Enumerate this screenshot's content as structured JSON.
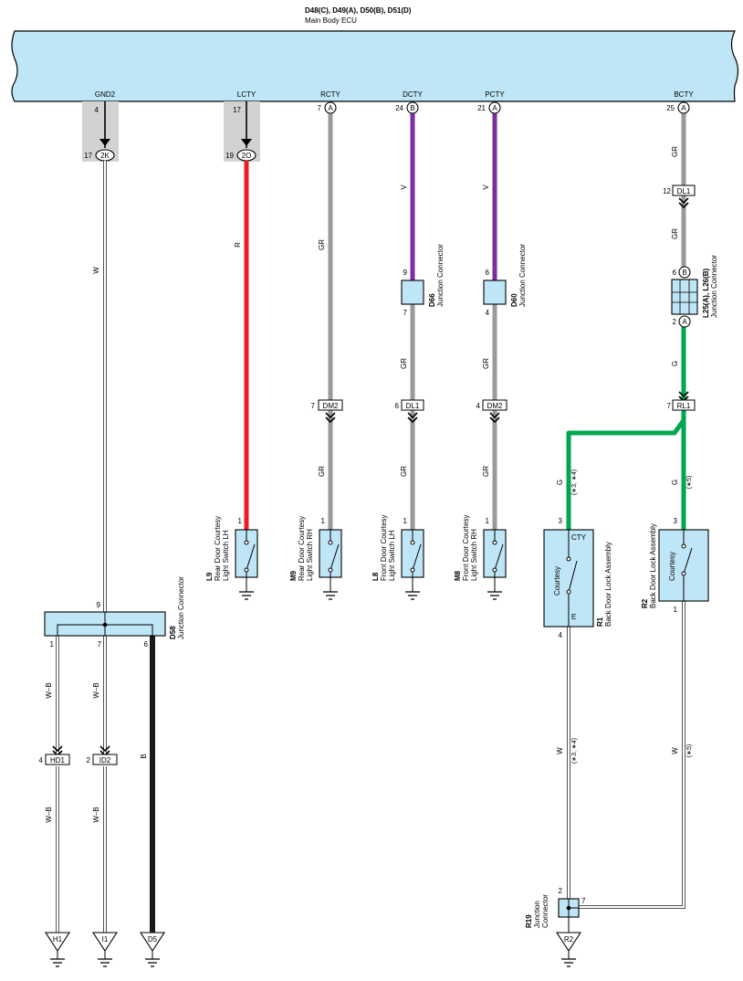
{
  "ecu": {
    "codes": "D48(C), D49(A), D50(B), D51(D)",
    "name": "Main Body ECU"
  },
  "colors": {
    "ecu_fill": "#bfe6f6",
    "box_fill": "#bfe6f6",
    "gray_wire": "#9a9a9a",
    "red_wire": "#ee1c24",
    "violet_wire": "#7b2f9c",
    "green_wire": "#00a651",
    "black_wire": "#1a1a1a",
    "shade": "#d2d2d2"
  },
  "terminals": {
    "gnd2": {
      "name": "GND2",
      "pin": "4"
    },
    "lcty": {
      "name": "LCTY",
      "pin": "17"
    },
    "rcty": {
      "name": "RCTY",
      "pin": "7",
      "conn": "A"
    },
    "dcty": {
      "name": "DCTY",
      "pin": "24",
      "conn": "B"
    },
    "pcty": {
      "name": "PCTY",
      "pin": "21",
      "conn": "A"
    },
    "bcty": {
      "name": "BCTY",
      "pin": "25",
      "conn": "A"
    }
  },
  "jconn": {
    "gnd2": {
      "pin": "17",
      "label": "2K"
    },
    "lcty": {
      "pin": "19",
      "label": "2O"
    }
  },
  "wires": {
    "w": "W",
    "r": "R",
    "gr": "GR",
    "v": "V",
    "g": "G",
    "wb": "W–B",
    "b": "B"
  },
  "notes": {
    "n34": "(∗3, ∗4)",
    "n5": "(∗5)"
  },
  "inline": {
    "dl1_top": {
      "pin": "12",
      "label": "DL1"
    },
    "dm2_r": {
      "pin": "7",
      "label": "DM2"
    },
    "dl1_d": {
      "pin": "6",
      "label": "DL1"
    },
    "dm2_p": {
      "pin": "4",
      "label": "DM2"
    },
    "rl1": {
      "pin": "7",
      "label": "RL1"
    },
    "hd1": {
      "pin": "4",
      "label": "HD1"
    },
    "id2": {
      "pin": "2",
      "label": "ID2"
    }
  },
  "junctions": {
    "d66": {
      "code": "D66",
      "name": "Junction Connector",
      "pin_in": "9",
      "pin_out": "7"
    },
    "d60": {
      "code": "D60",
      "name": "Junction Connector",
      "pin_in": "6",
      "pin_out": "4"
    },
    "l25": {
      "code": "L25(A), L26(B)",
      "name": "Junction Connector",
      "pin_in": "6",
      "conn_in": "B",
      "pin_out": "2",
      "conn_out": "A"
    },
    "d58": {
      "code": "D58",
      "name": "Junction Connector",
      "pin_in": "9",
      "pin1": "1",
      "pin2": "7",
      "pin3": "6"
    },
    "r19": {
      "code": "R19",
      "name1": "Junction",
      "name2": "Connector",
      "pin_a": "2",
      "pin_b": "7"
    }
  },
  "switches": {
    "l9": {
      "code": "L9",
      "line1": "Rear Door Courtesy",
      "line2": "Light Switch LH",
      "pin": "1"
    },
    "m9": {
      "code": "M9",
      "line1": "Rear Door Courtesy",
      "line2": "Light Switch RH",
      "pin": "1"
    },
    "l8": {
      "code": "L8",
      "line1": "Front Door Courtesy",
      "line2": "Light Switch LH",
      "pin": "1"
    },
    "m8": {
      "code": "M8",
      "line1": "Front Door Courtesy",
      "line2": "Light Switch RH",
      "pin": "1"
    }
  },
  "locks": {
    "r1": {
      "code": "R1",
      "name": "Back Door Lock Assembly",
      "inner": "Courtesy",
      "cty": "CTY",
      "e": "E",
      "pin_top": "3",
      "pin_bot": "4"
    },
    "r2": {
      "code": "R2",
      "name": "Back Door Lock Assembly",
      "inner": "Courtesy",
      "pin_top": "3",
      "pin_bot": "1"
    }
  },
  "grounds": {
    "h1": "H1",
    "i1": "I1",
    "d5": "D5",
    "r2": "R2"
  }
}
